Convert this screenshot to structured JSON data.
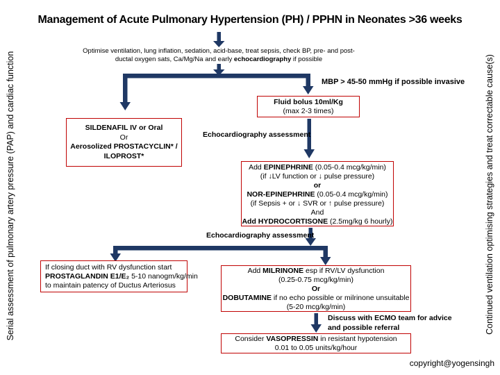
{
  "colors": {
    "arrow": "#1f3864",
    "box_border": "#c00000",
    "text": "#000000",
    "background": "#ffffff"
  },
  "title": "Management of Acute Pulmonary Hypertension (PH) / PPHN in Neonates >36 weeks",
  "side_labels": {
    "left": "Serial assessment of pulmonary artery pressure (PAP) and cardiac function",
    "right": "Continued ventilation optimising strategies and treat correctable cause(s)"
  },
  "intro": {
    "lines": [
      [
        {
          "text": "Optimise ventilation, lung inflation, sedation, acid-base, treat sepsis, check BP, pre- and post-",
          "bold": false
        }
      ],
      [
        {
          "text": "ductal oxygen sats, Ca/Mg/Na and early ",
          "bold": false
        },
        {
          "text": "echocardiography",
          "bold": true
        },
        {
          "text": " if possible",
          "bold": false
        }
      ]
    ]
  },
  "annotations": {
    "mbp": "MBP > 45-50 mmHg if possible invasive",
    "echo1": "Echocardiography assessment",
    "echo2": "Echocardiography assessment",
    "ecmo": "Discuss with ECMO team for advice\nand possible referral"
  },
  "boxes": {
    "fluid_bolus": {
      "lines": [
        [
          {
            "text": "Fluid bolus 10ml/Kg",
            "bold": true
          }
        ],
        [
          {
            "text": "(max 2-3 times)",
            "bold": false
          }
        ]
      ]
    },
    "sildenafil": {
      "lines": [
        [
          {
            "text": "SILDENAFIL IV or Oral",
            "bold": true
          }
        ],
        [
          {
            "text": "Or",
            "bold": false
          }
        ],
        [
          {
            "text": "Aerosolized PROSTACYCLIN* /",
            "bold": true
          }
        ],
        [
          {
            "text": "ILOPROST*",
            "bold": true
          }
        ]
      ]
    },
    "epinephrine": {
      "lines": [
        [
          {
            "text": "Add ",
            "bold": false
          },
          {
            "text": "EPINEPHRINE",
            "bold": true
          },
          {
            "text": " (0.05-0.4 mcg/kg/min)",
            "bold": false
          }
        ],
        [
          {
            "text": "(if ↓LV function or ↓ pulse pressure)",
            "bold": false
          }
        ],
        [
          {
            "text": "or",
            "bold": true
          }
        ],
        [
          {
            "text": "NOR-EPINEPHRINE",
            "bold": true
          },
          {
            "text": " (0.05-0.4 mcg/kg/min)",
            "bold": false
          }
        ],
        [
          {
            "text": "(if Sepsis + or ↓ SVR or ↑ pulse pressure)",
            "bold": false
          }
        ],
        [
          {
            "text": "And",
            "bold": false
          }
        ],
        [
          {
            "text": "Add HYDROCORTISONE",
            "bold": true
          },
          {
            "text": " (2.5mg/kg 6 hourly)",
            "bold": false
          }
        ]
      ]
    },
    "prostaglandin": {
      "lines": [
        [
          {
            "text": "If closing duct with RV dysfunction start",
            "bold": false
          }
        ],
        [
          {
            "text": "PROSTAGLANDIN E1/E₂",
            "bold": true
          },
          {
            "text": " 5-10 nanogm/kg/min",
            "bold": false
          }
        ],
        [
          {
            "text": "to maintain patency of Ductus Arteriosus",
            "bold": false
          }
        ]
      ]
    },
    "milrinone": {
      "lines": [
        [
          {
            "text": "Add ",
            "bold": false
          },
          {
            "text": "MILRINONE",
            "bold": true
          },
          {
            "text": " esp if RV/LV dysfunction",
            "bold": false
          }
        ],
        [
          {
            "text": "(0.25-0.75 mcg/kg/min)",
            "bold": false
          }
        ],
        [
          {
            "text": "Or",
            "bold": true
          }
        ],
        [
          {
            "text": "DOBUTAMINE",
            "bold": true
          },
          {
            "text": " if no echo possible or milrinone unsuitable",
            "bold": false
          }
        ],
        [
          {
            "text": "(5-20 mcg/kg/min)",
            "bold": false
          }
        ]
      ]
    },
    "vasopressin": {
      "lines": [
        [
          {
            "text": "Consider ",
            "bold": false
          },
          {
            "text": "VASOPRESSIN",
            "bold": true
          },
          {
            "text": " in resistant hypotension",
            "bold": false
          }
        ],
        [
          {
            "text": "0.01 to 0.05 units/kg/hour",
            "bold": false
          }
        ]
      ]
    }
  },
  "copyright": "copyright@yogensingh"
}
